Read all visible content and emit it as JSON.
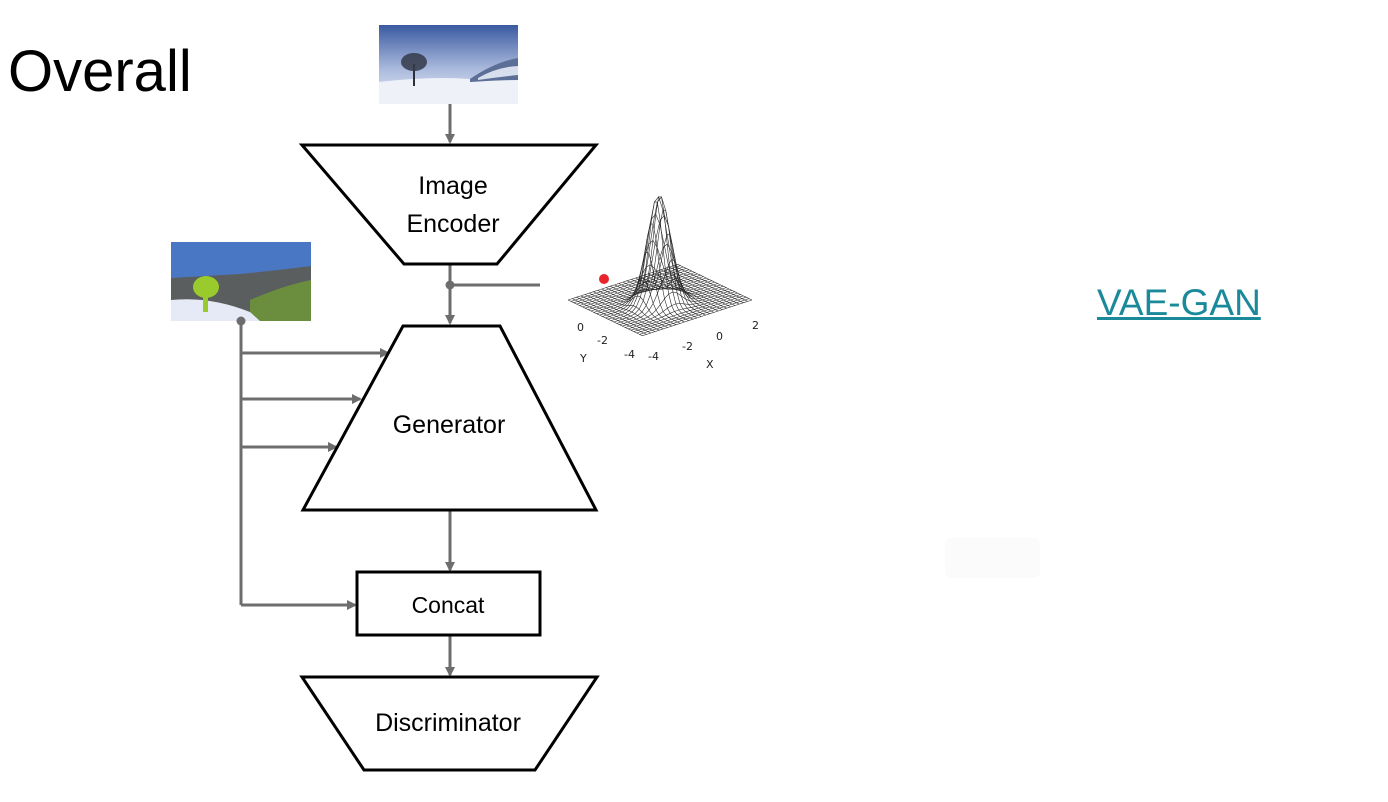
{
  "slide": {
    "title": "Overall",
    "link_label": "VAE-GAN"
  },
  "diagram": {
    "nodes": {
      "encoder": [
        "Image",
        "Encoder"
      ],
      "generator": "Generator",
      "concat": "Concat",
      "discriminator": "Discriminator"
    },
    "gaussian_plot": {
      "x_axis_label": "X",
      "y_axis_label": "Y",
      "x_ticks": [
        "-4",
        "-2",
        "0",
        "2"
      ],
      "y_ticks": [
        "0",
        "-2",
        "-4"
      ],
      "marker_color": "#e8242c"
    }
  },
  "colors": {
    "arrow": "#6d6d6d",
    "shape_stroke": "#000000",
    "link": "#1a8a9a"
  }
}
